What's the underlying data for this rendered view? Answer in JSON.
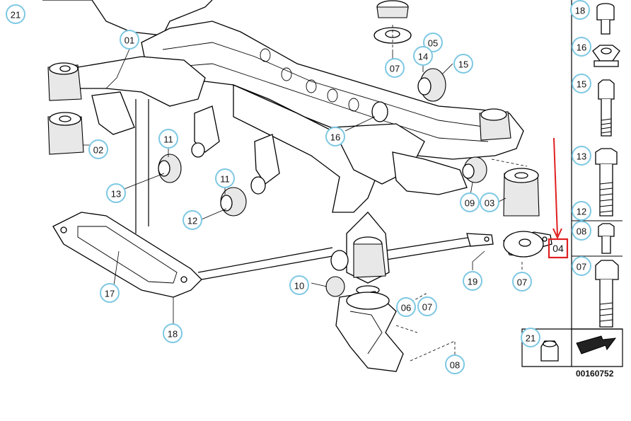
{
  "callouts": {
    "c01": "01",
    "c02": "02",
    "c03": "03",
    "c06": "06",
    "c07a": "07",
    "c07b": "07",
    "c07c": "07",
    "c08": "08",
    "c09": "09",
    "c10": "10",
    "c11a": "11",
    "c11b": "11",
    "c12": "12",
    "c13": "13",
    "c14": "14",
    "c05": "05",
    "c15": "15",
    "c16": "16",
    "c17": "17",
    "c18": "18",
    "c19": "19",
    "c21top": "21",
    "c21b": "21"
  },
  "highlight": {
    "label": "04",
    "color": "#e02020"
  },
  "legend": {
    "items": [
      "18",
      "16",
      "15",
      "13",
      "12",
      "08",
      "07"
    ]
  },
  "reference_number": "00160752",
  "colors": {
    "callout_stroke": "#7ec8e3",
    "highlight": "#e02020",
    "line": "#000000"
  }
}
